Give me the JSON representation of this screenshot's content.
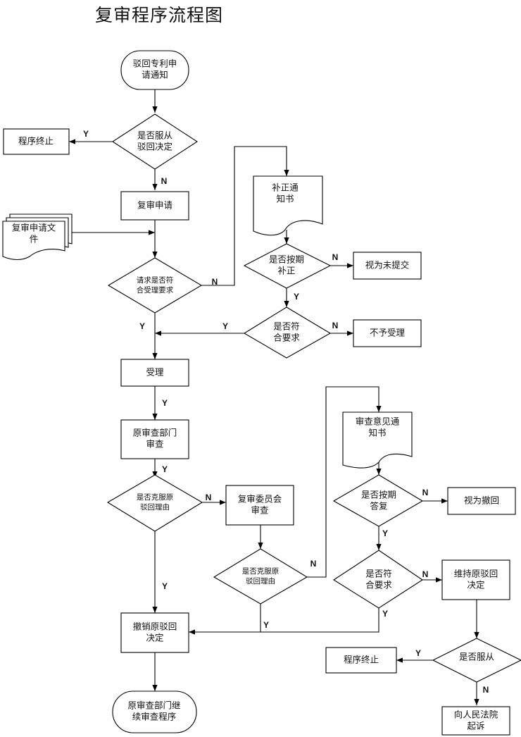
{
  "title": "复审程序流程图",
  "nodes": {
    "start": [
      "驳回专利申",
      "请通知"
    ],
    "d_accept_rejection": [
      "是否服从",
      "驳回决定"
    ],
    "end_top": [
      "程序终止"
    ],
    "request": [
      "复审申请"
    ],
    "request_docs": [
      "复审申请文",
      "件"
    ],
    "d_meets_request": [
      "请求是否符",
      "合受理要求"
    ],
    "correction_notice": [
      "补正通",
      "知书"
    ],
    "d_corrected_on_time": [
      "是否按期",
      "补正"
    ],
    "deemed_not_submitted": [
      "视为未提交"
    ],
    "d_meets_requirement_1": [
      "是否符",
      "合要求"
    ],
    "not_accepted": [
      "不予受理"
    ],
    "accepted": [
      "受理"
    ],
    "original_dept_review": [
      "原审查部门",
      "审查"
    ],
    "d_overcome_1": [
      "是否克服原",
      "驳回理由"
    ],
    "board_review": [
      "复审委员会",
      "审查"
    ],
    "d_overcome_2": [
      "是否克服原",
      "驳回理由"
    ],
    "opinion_notice": [
      "审查意见通",
      "知书"
    ],
    "d_reply_on_time": [
      "是否按期",
      "答复"
    ],
    "deemed_withdrawn": [
      "视为撤回"
    ],
    "d_meets_requirement_2": [
      "是否符",
      "合要求"
    ],
    "maintain_rejection": [
      "维持原驳回",
      "决定"
    ],
    "revoke_rejection": [
      "撤销原驳回",
      "决定"
    ],
    "end_continue": [
      "原审查部门继",
      "续审查程序"
    ],
    "d_accept": [
      "是否服从"
    ],
    "end_bottom": [
      "程序终止"
    ],
    "sue": [
      "向人民法院",
      "起诉"
    ]
  },
  "edge_labels": {
    "yes": "Y",
    "no": "N"
  }
}
